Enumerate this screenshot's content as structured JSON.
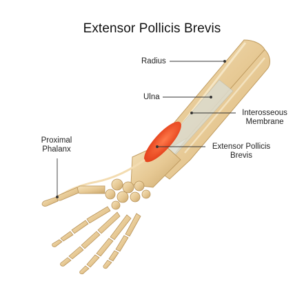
{
  "title": "Extensor Pollicis Brevis",
  "labels": {
    "radius": "Radius",
    "ulna": "Ulna",
    "interosseous_line1": "Interosseous",
    "interosseous_line2": "Membrane",
    "epb_line1": "Extensor Pollicis",
    "epb_line2": "Brevis",
    "phalanx_line1": "Proximal",
    "phalanx_line2": "Phalanx"
  },
  "colors": {
    "bone": "#e9cf9e",
    "bone_shade": "#c9a66a",
    "membrane": "#dcdccf",
    "muscle": "#f0582c",
    "leader_line": "#333333"
  },
  "icons": [
    "forearm-hand-skeleton",
    "muscle-highlight"
  ]
}
